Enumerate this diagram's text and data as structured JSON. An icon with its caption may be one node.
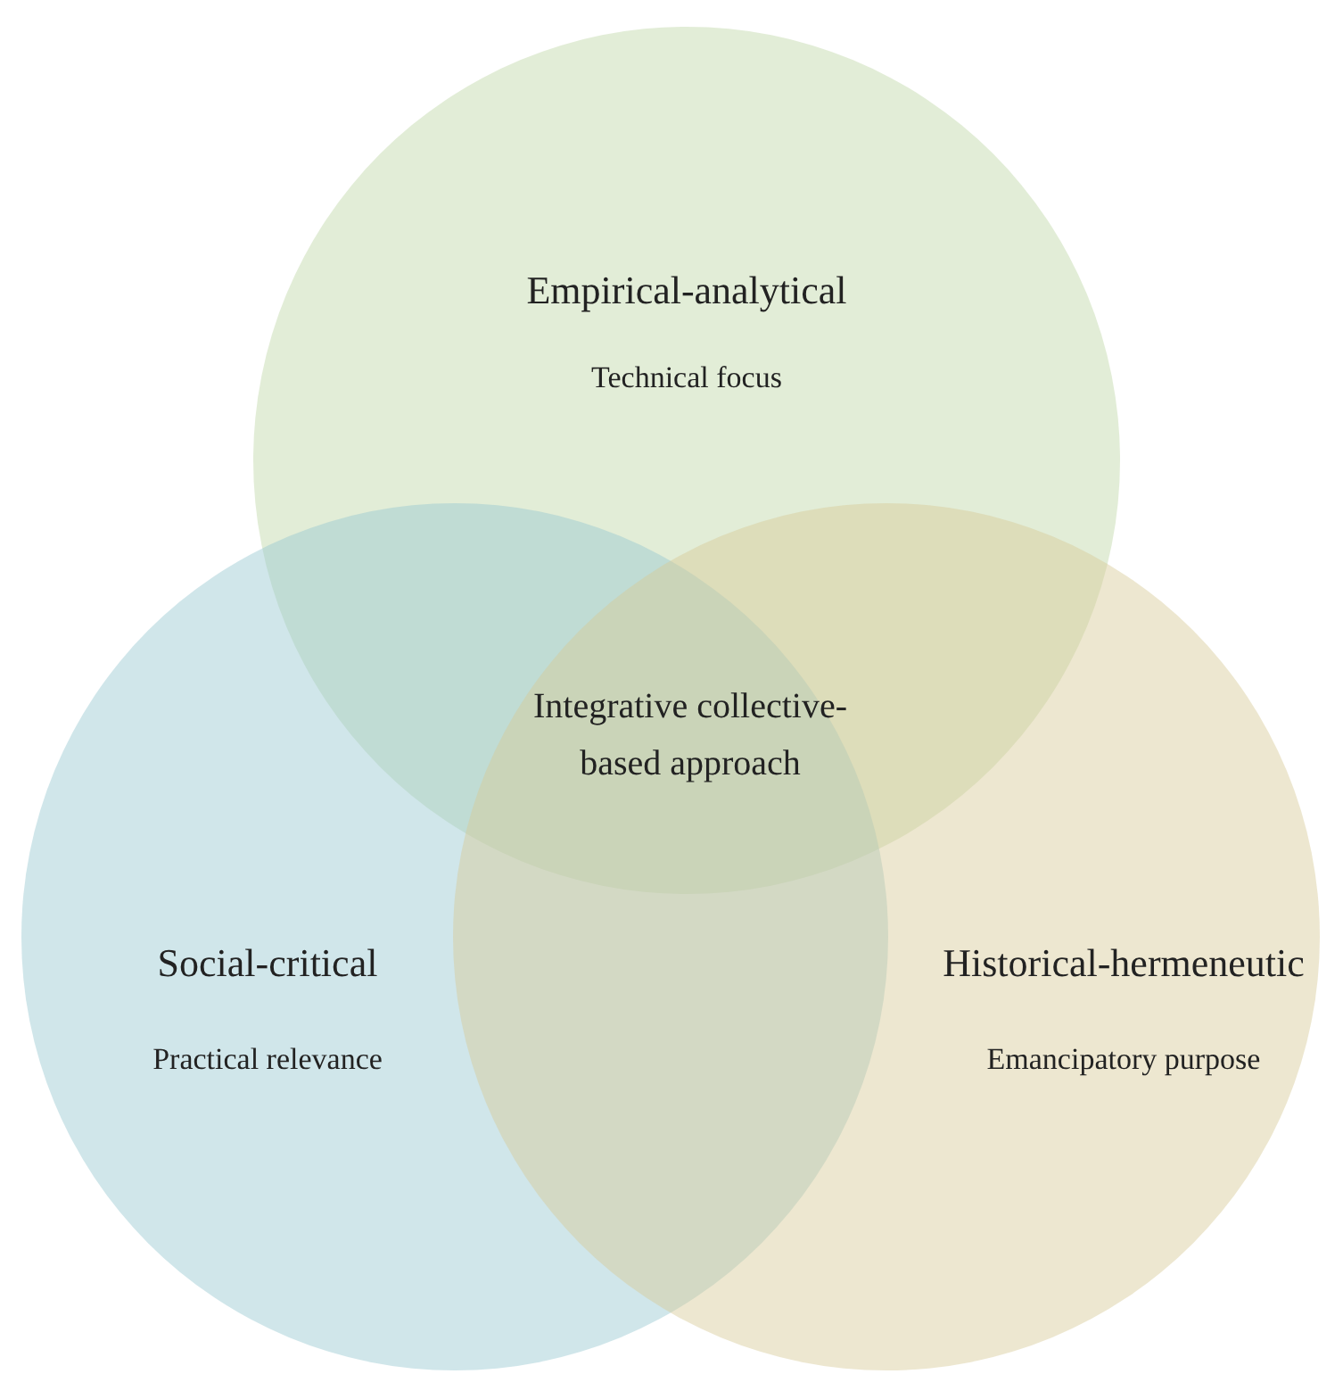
{
  "diagram": {
    "nodes": [
      {
        "text": [
          "Empirical-analytical",
          "Technical focus"
        ]
      },
      {
        "text": [
          "Social-critical",
          "Practical relevance"
        ]
      },
      {
        "text": [
          "Historical-hermeneutic",
          "Emancipatory purpose"
        ]
      }
    ],
    "edges": [],
    "labels": [
      "Integrative collective-based approach"
    ]
  }
}
